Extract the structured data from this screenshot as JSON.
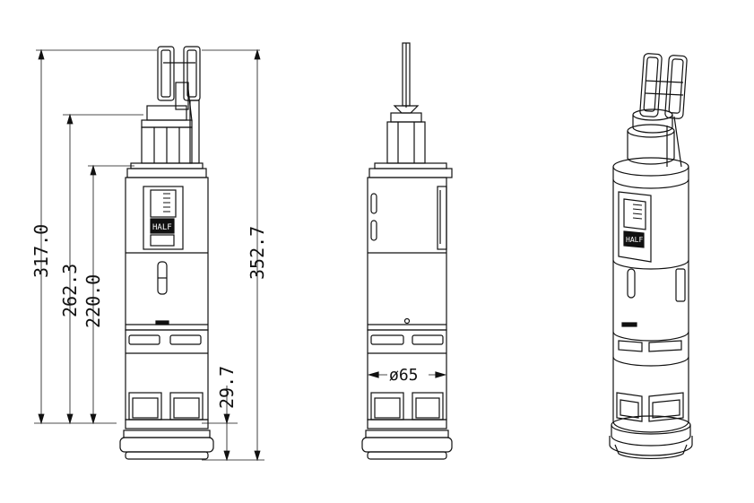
{
  "dimensions": {
    "d317": "317.0",
    "d262": "262.3",
    "d220": "220.0",
    "d352": "352.7",
    "d29": "29.7",
    "diameter": "ø65"
  },
  "labels": {
    "half_front": "HALF",
    "half_iso": "HALF"
  },
  "colors": {
    "line": "#111111",
    "fill": "#ffffff",
    "shade": "#d9d9d9"
  }
}
